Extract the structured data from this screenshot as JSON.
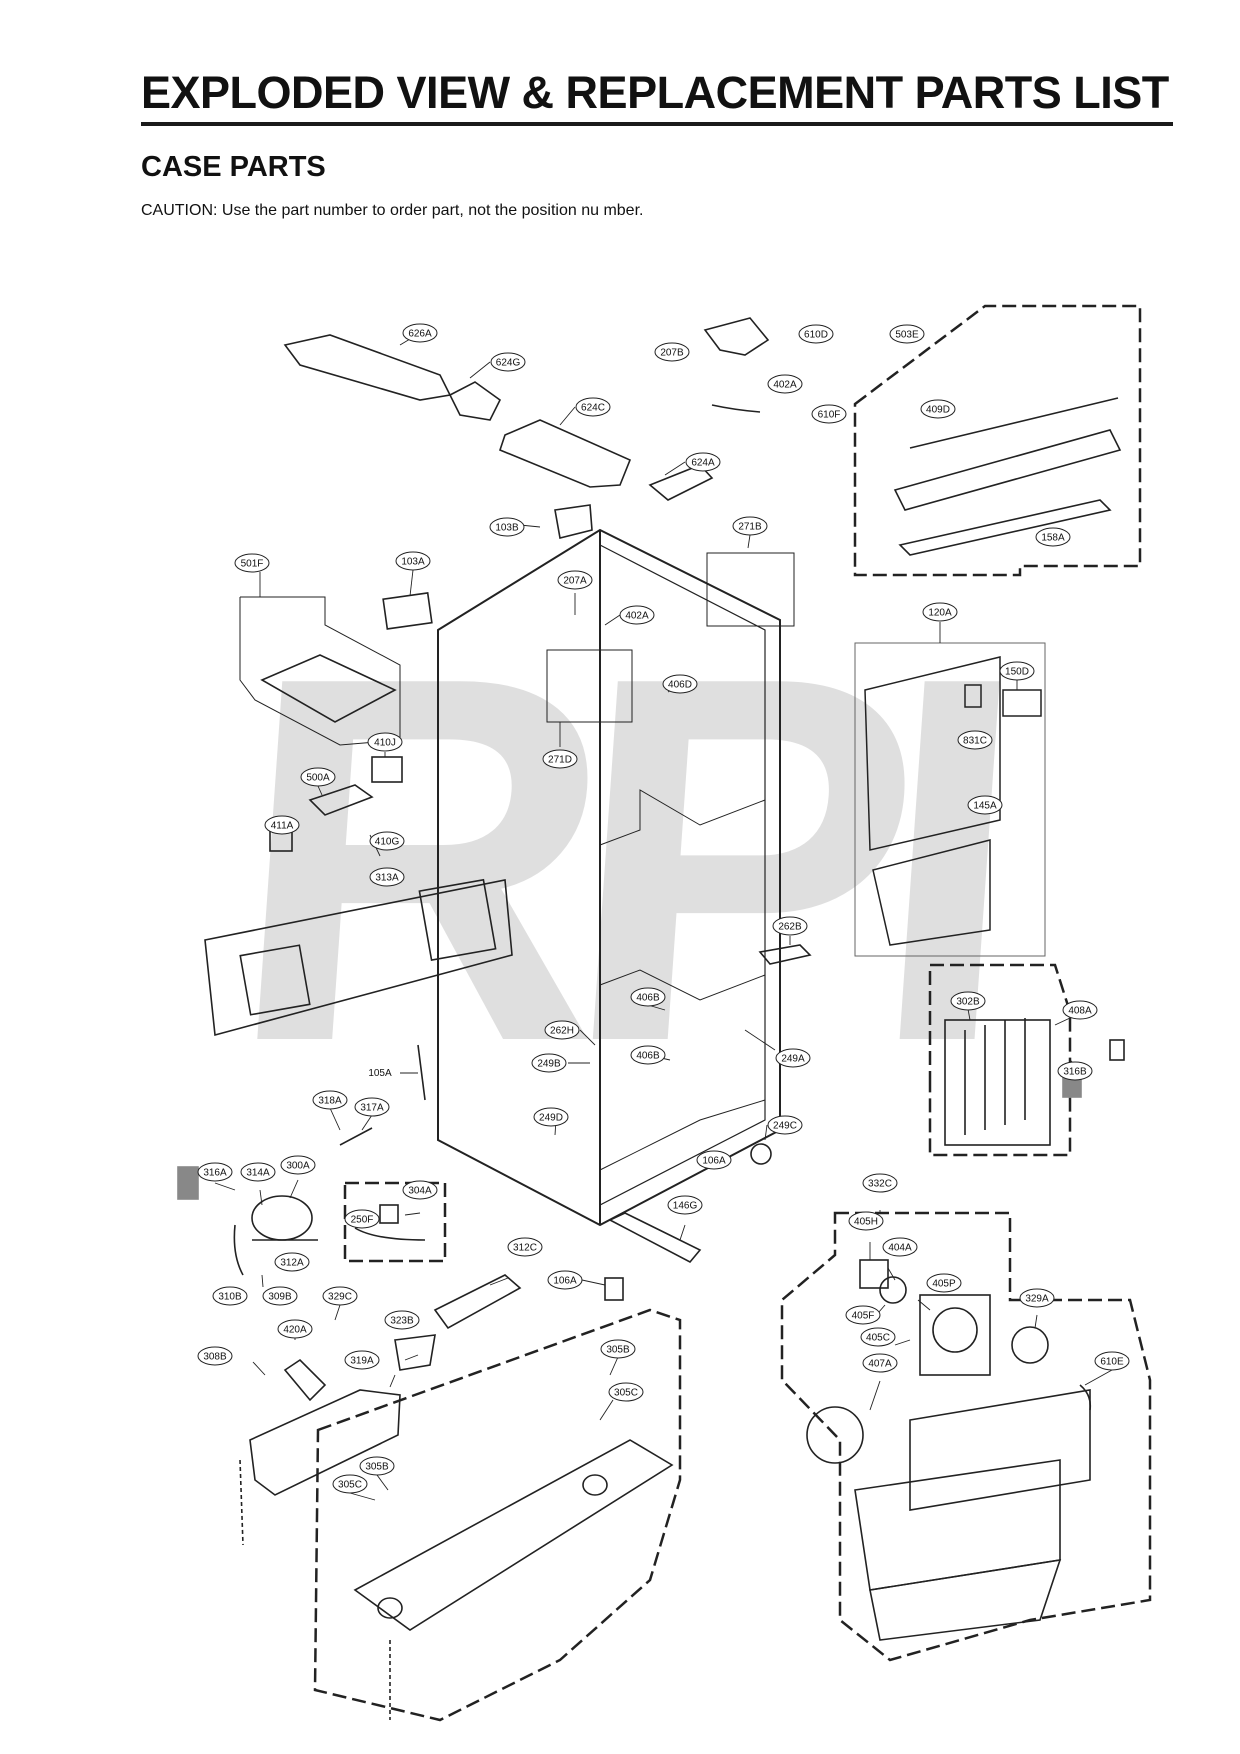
{
  "header": {
    "title": "EXPLODED VIEW & REPLACEMENT PARTS LIST",
    "subtitle": "CASE PARTS",
    "caution": "CAUTION: Use the part number to order part, not the position nu  mber."
  },
  "watermark": "RPI",
  "callouts": {
    "c626A": "626A",
    "c624G": "624G",
    "c624C": "624C",
    "c624A": "624A",
    "c207B": "207B",
    "c610D": "610D",
    "c402A_top": "402A",
    "c610F": "610F",
    "c503E": "503E",
    "c409D": "409D",
    "c158A": "158A",
    "c103B": "103B",
    "c271B": "271B",
    "c501F": "501F",
    "c103A": "103A",
    "c207A": "207A",
    "c402A": "402A",
    "c406D": "406D",
    "c271D": "271D",
    "c120A": "120A",
    "c150D": "150D",
    "c831C": "831C",
    "c145A": "145A",
    "c410J": "410J",
    "c500A": "500A",
    "c411A": "411A",
    "c410G": "410G",
    "c313A": "313A",
    "c262B": "262B",
    "c406B_1": "406B",
    "c262H": "262H",
    "c249B": "249B",
    "c406B_2": "406B",
    "c249A": "249A",
    "c302B": "302B",
    "c408A": "408A",
    "c316B": "316B",
    "c105A": "105A",
    "c318A": "318A",
    "c317A": "317A",
    "c249D": "249D",
    "c249C": "249C",
    "c106A_1": "106A",
    "c316A": "316A",
    "c314A": "314A",
    "c300A": "300A",
    "c304A": "304A",
    "c250F": "250F",
    "c146G": "146G",
    "c332C": "332C",
    "c405H": "405H",
    "c404A": "404A",
    "c312A": "312A",
    "c312C": "312C",
    "c106A_2": "106A",
    "c405P": "405P",
    "c329A": "329A",
    "c310B": "310B",
    "c309B": "309B",
    "c329C": "329C",
    "c405F": "405F",
    "c405C": "405C",
    "c420A": "420A",
    "c323B": "323B",
    "c308B": "308B",
    "c319A": "319A",
    "c305B_1": "305B",
    "c305C_1": "305C",
    "c407A": "407A",
    "c610E": "610E",
    "c305B_2": "305B",
    "c305C_2": "305C"
  }
}
